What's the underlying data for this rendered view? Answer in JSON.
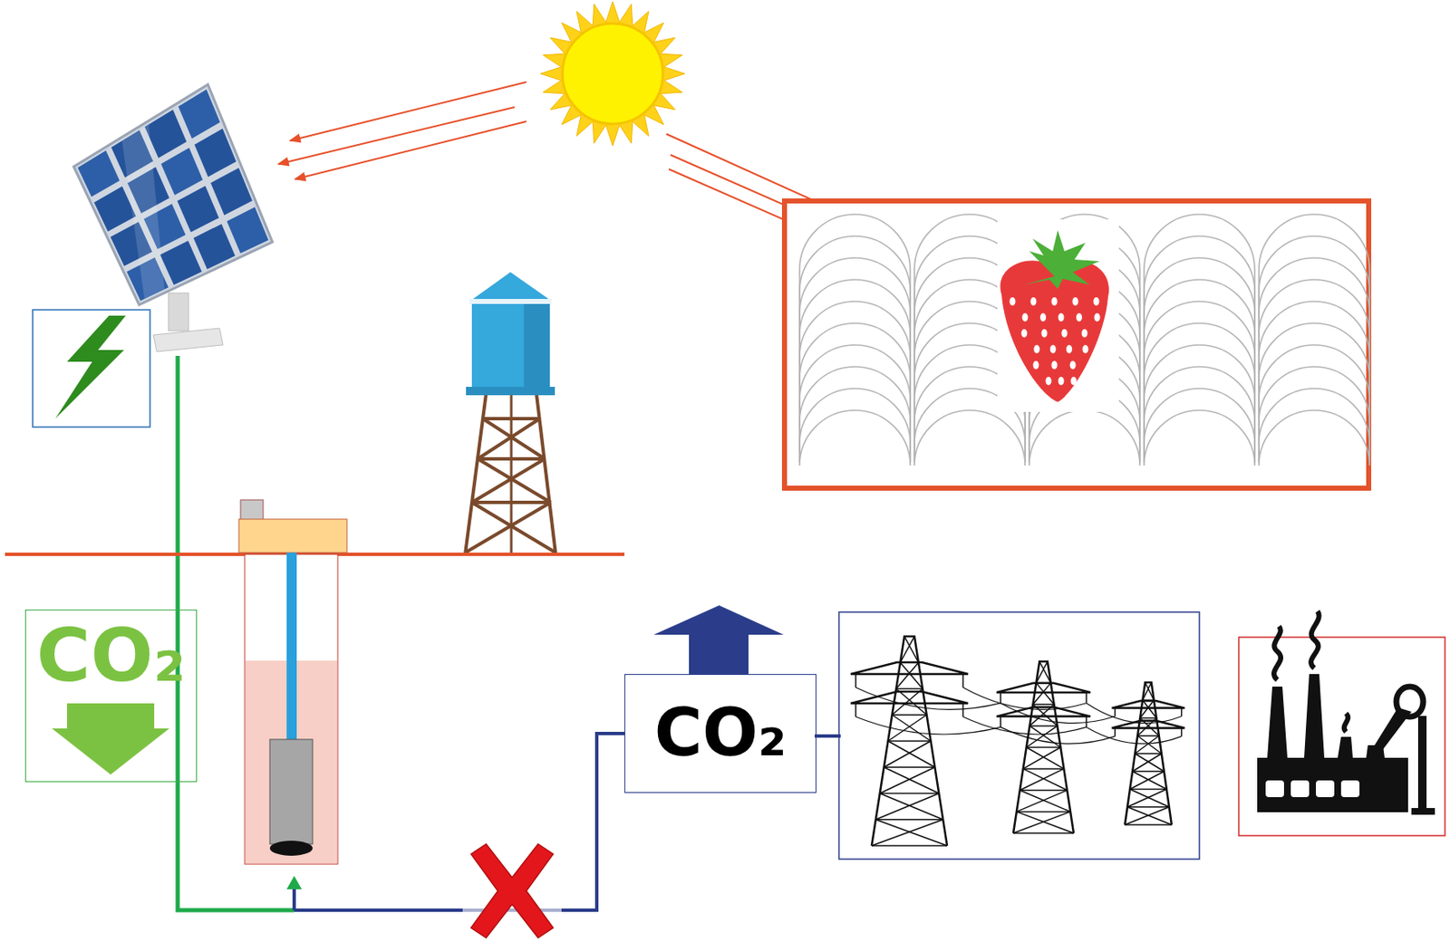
{
  "diagram": {
    "nodes": [
      {
        "text": [
          "CO₂"
        ]
      },
      {
        "text": [
          "CO₂"
        ]
      }
    ],
    "edges": [
      {
        "from": 0,
        "to": 1,
        "arrow": "none"
      }
    ]
  }
}
